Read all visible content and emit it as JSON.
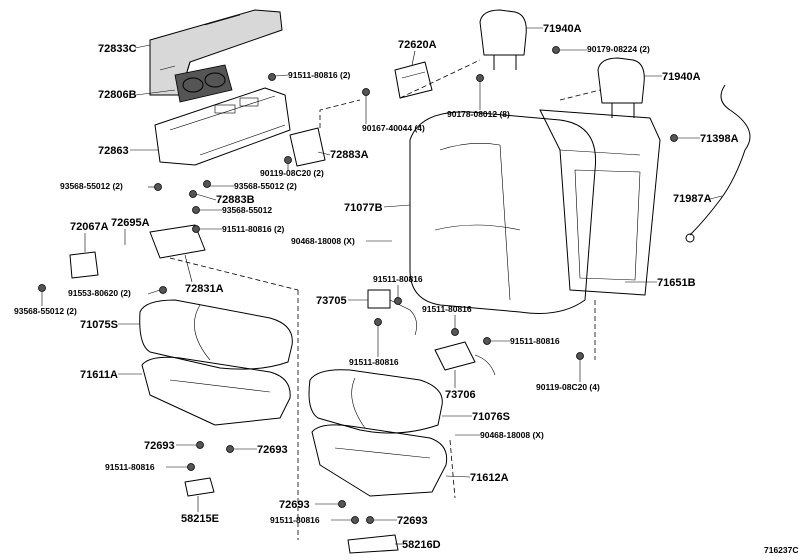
{
  "diagram_code": "716237C",
  "parts": {
    "p72833C": "72833C",
    "p72806B": "72806B",
    "p91511_80816_2a": "91511-80816 (2)",
    "p72620A": "72620A",
    "p71940A_1": "71940A",
    "p90179_08224": "90179-08224 (2)",
    "p71940A_2": "71940A",
    "p72863": "72863",
    "p90167_40044": "90167-40044 (4)",
    "p90178_08012": "90178-08012 (8)",
    "p72883A": "72883A",
    "p71398A": "71398A",
    "p90119_08C20_2": "90119-08C20 (2)",
    "p93568_55012_2a": "93568-55012 (2)",
    "p93568_55012_2b": "93568-55012 (2)",
    "p72883B": "72883B",
    "p93568_55012": "93568-55012",
    "p71987A": "71987A",
    "p72067A": "72067A",
    "p72695A": "72695A",
    "p71077B": "71077B",
    "p91511_80816_2b": "91511-80816 (2)",
    "p90468_18008_x1": "90468-18008 (X)",
    "p71651B": "71651B",
    "p91553_80620": "91553-80620 (2)",
    "p72831A": "72831A",
    "p93568_55012_2c": "93568-55012 (2)",
    "p91511_80816_a": "91511-80816",
    "p73705": "73705",
    "p71075S": "71075S",
    "p91511_80816_b": "91511-80816",
    "p91511_80816_c": "91511-80816",
    "p91511_80816_d": "91511-80816",
    "p90119_08C20_4": "90119-08C20 (4)",
    "p73706": "73706",
    "p71611A": "71611A",
    "p71076S": "71076S",
    "p72693_a": "72693",
    "p72693_b": "72693",
    "p90468_18008_x2": "90468-18008 (X)",
    "p91511_80816_e": "91511-80816",
    "p71612A": "71612A",
    "p58215E": "58215E",
    "p72693_c": "72693",
    "p91511_80816_f": "91511-80816",
    "p72693_d": "72693",
    "p58216D": "58216D"
  }
}
